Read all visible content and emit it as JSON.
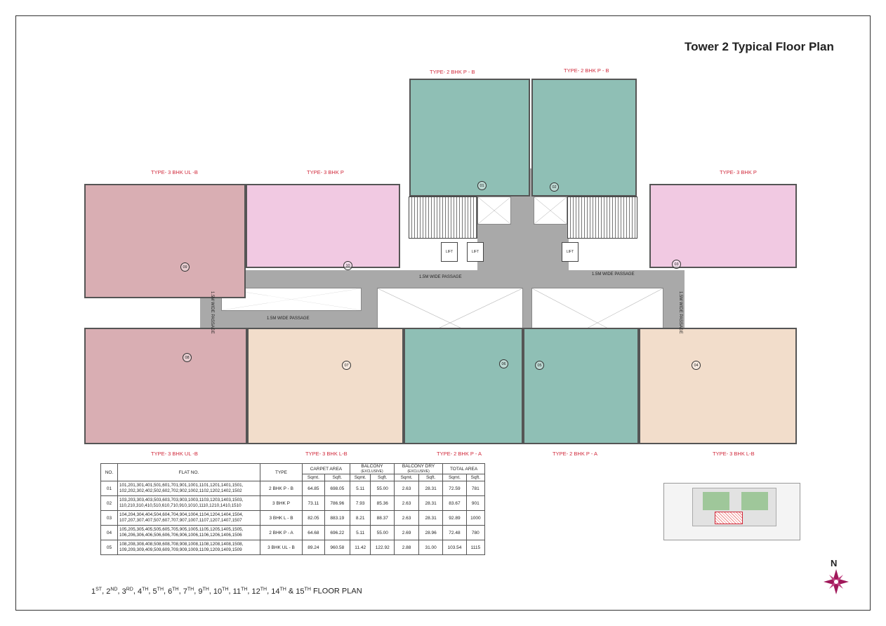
{
  "title": "Tower 2 Typical Floor Plan",
  "type_labels": {
    "top_left_2bhk": "TYPE- 2 BHK  P - B",
    "top_right_2bhk": "TYPE- 2 BHK  P - B",
    "left_3bhk_ul": "TYPE- 3 BHK UL -B",
    "left_3bhk_p": "TYPE- 3 BHK P",
    "right_3bhk_p": "TYPE- 3 BHK P",
    "bottom_3bhk_ul": "TYPE- 3 BHK UL -B",
    "bottom_3bhk_lb": "TYPE- 3 BHK L-B",
    "bottom_2bhk_pa_1": "TYPE- 2 BHK  P - A",
    "bottom_2bhk_pa_2": "TYPE- 2 BHK  P - A",
    "bottom_right_3bhk_lb": "TYPE- 3 BHK L-B"
  },
  "passages": {
    "wide": "1.5M WIDE PASSAGE"
  },
  "lift": "LIFT",
  "unit_numbers": [
    "01",
    "02",
    "03",
    "04",
    "05",
    "06",
    "07",
    "08",
    "09",
    "10"
  ],
  "colors": {
    "two_bhk": "#8fbfb5",
    "three_bhk_ul": "#d9aeb3",
    "three_bhk_p": "#f1c9e2",
    "three_bhk_l": "#f2ddcb",
    "passage": "#a9a9a9",
    "type_label": "#d0283a"
  },
  "table": {
    "headers": {
      "no": "NO.",
      "flat_no": "FLAT NO.",
      "type": "TYPE",
      "carpet": "CARPET AREA",
      "balcony": "BALCONY",
      "balcony_sub": "(EXCLUSIVE)",
      "balcony_dry": "BALCONY DRY",
      "balcony_dry_sub": "(EXCLUSIVE)",
      "total": "TOTAL AREA",
      "sqmt": "Sqmt.",
      "sqft": "Sqft."
    },
    "rows": [
      {
        "no": "01",
        "flats": "101,201,301,401,501,601,701,901,1001,1101,1201,1401,1501, 102,202,302,402,502,602,702,902,1002,1102,1202,1402,1502",
        "type": "2 BHK P - B",
        "carpet_sqmt": "64.85",
        "carpet_sqft": "698.05",
        "bal_sqmt": "5.11",
        "bal_sqft": "55.00",
        "dry_sqmt": "2.63",
        "dry_sqft": "28.31",
        "total_sqmt": "72.59",
        "total_sqft": "781"
      },
      {
        "no": "02",
        "flats": "103,203,303,403,503,603,703,903,1003,1103,1203,1403,1503, 110,210,310,410,510,610,710,910,1010,1110,1210,1410,1510",
        "type": "3 BHK P",
        "carpet_sqmt": "73.11",
        "carpet_sqft": "786.96",
        "bal_sqmt": "7.93",
        "bal_sqft": "85.36",
        "dry_sqmt": "2.63",
        "dry_sqft": "28.31",
        "total_sqmt": "83.67",
        "total_sqft": "901"
      },
      {
        "no": "03",
        "flats": "104,204,304,404,504,604,704,904,1004,1104,1204,1404,1504, 107,207,307,407,507,607,707,907,1007,1107,1207,1407,1507",
        "type": "3 BHK L - B",
        "carpet_sqmt": "82.05",
        "carpet_sqft": "883.19",
        "bal_sqmt": "8.21",
        "bal_sqft": "88.37",
        "dry_sqmt": "2.63",
        "dry_sqft": "28.31",
        "total_sqmt": "92.89",
        "total_sqft": "1000"
      },
      {
        "no": "04",
        "flats": "105,205,305,405,505,605,705,905,1005,1105,1205,1405,1505, 106,206,306,406,506,606,706,906,1006,1106,1206,1406,1506",
        "type": "2 BHK P - A",
        "carpet_sqmt": "64.68",
        "carpet_sqft": "696.22",
        "bal_sqmt": "5.11",
        "bal_sqft": "55.00",
        "dry_sqmt": "2.69",
        "dry_sqft": "28.96",
        "total_sqmt": "72.48",
        "total_sqft": "780"
      },
      {
        "no": "05",
        "flats": "108,208,308,408,508,608,708,908,1008,1108,1208,1408,1508, 109,209,309,409,509,609,709,909,1009,1109,1209,1409,1509",
        "type": "3 BHK UL - B",
        "carpet_sqmt": "89.24",
        "carpet_sqft": "960.58",
        "bal_sqmt": "11.42",
        "bal_sqft": "122.92",
        "dry_sqmt": "2.88",
        "dry_sqft": "31.00",
        "total_sqmt": "103.54",
        "total_sqft": "1115"
      }
    ]
  },
  "footer": {
    "floors": [
      [
        "1",
        "ST"
      ],
      [
        "2",
        "ND"
      ],
      [
        "3",
        "RD"
      ],
      [
        "4",
        "TH"
      ],
      [
        "5",
        "TH"
      ],
      [
        "6",
        "TH"
      ],
      [
        "7",
        "TH"
      ],
      [
        "9",
        "TH"
      ],
      [
        "10",
        "TH"
      ],
      [
        "11",
        "TH"
      ],
      [
        "12",
        "TH"
      ],
      [
        "14",
        "TH"
      ],
      [
        "15",
        "TH"
      ]
    ],
    "suffix": "FLOOR PLAN"
  },
  "compass": {
    "label": "N",
    "icon": "compass-rose-icon"
  }
}
